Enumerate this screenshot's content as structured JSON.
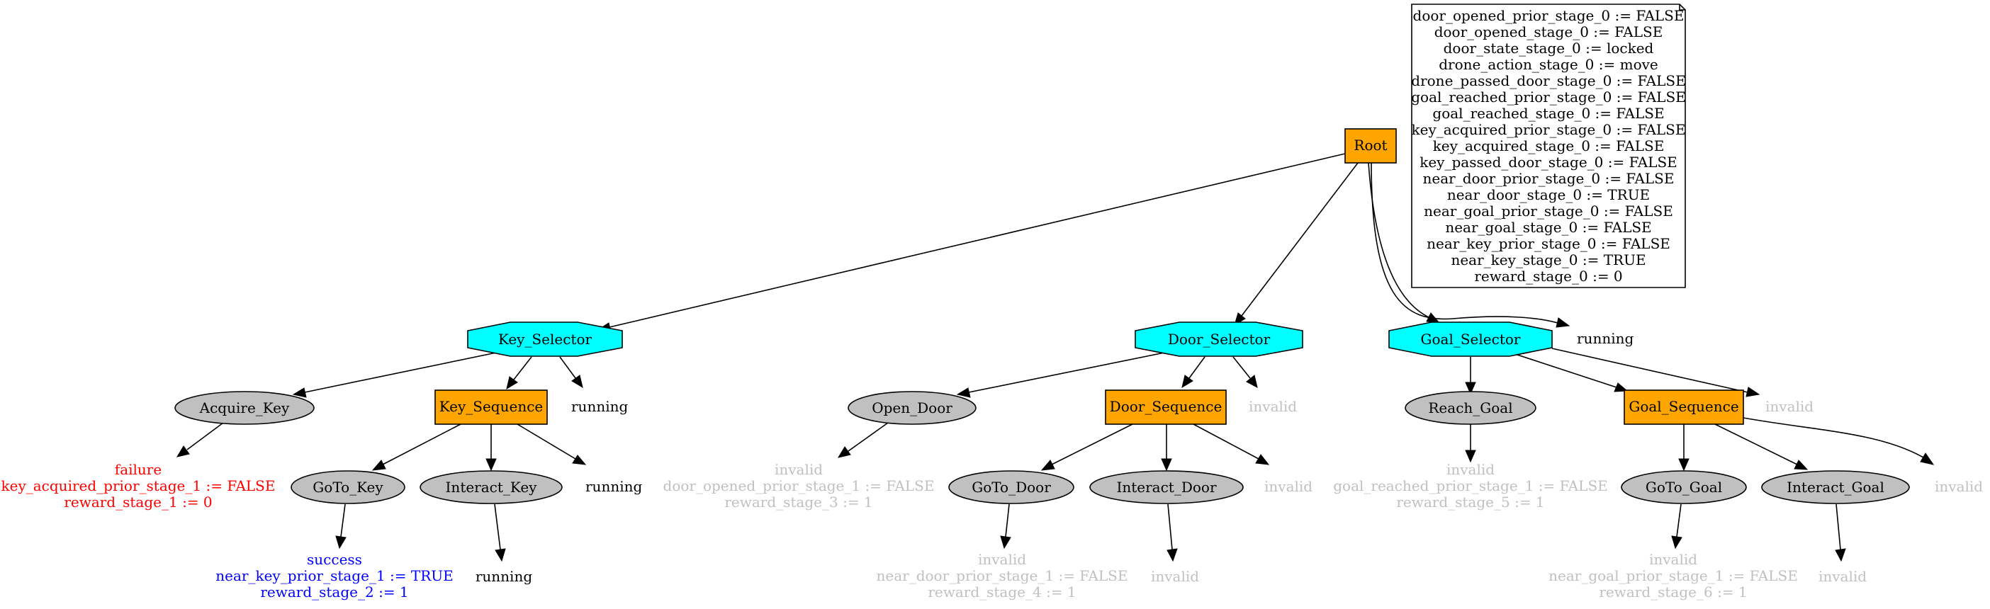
{
  "colors": {
    "sequence_fill": "#ffa500",
    "selector_fill": "#00ffff",
    "action_fill": "#c0c0c0",
    "note_fill": "#ffffff",
    "status_running": "#000000",
    "status_failure": "#ff0000",
    "status_success": "#0000ff",
    "status_invalid": "#c0c0c0"
  },
  "note": {
    "lines": [
      "door_opened_prior_stage_0 := FALSE",
      "door_opened_stage_0 := FALSE",
      "door_state_stage_0 := locked",
      "drone_action_stage_0 := move",
      "drone_passed_door_stage_0 := FALSE",
      "goal_reached_prior_stage_0 := FALSE",
      "goal_reached_stage_0 := FALSE",
      "key_acquired_prior_stage_0 := FALSE",
      "key_acquired_stage_0 := FALSE",
      "key_passed_door_stage_0 := FALSE",
      "near_door_prior_stage_0 := FALSE",
      "near_door_stage_0 := TRUE",
      "near_goal_prior_stage_0 := FALSE",
      "near_goal_stage_0 := FALSE",
      "near_key_prior_stage_0 := FALSE",
      "near_key_stage_0 := TRUE",
      "reward_stage_0 := 0"
    ]
  },
  "nodes": {
    "root": {
      "label": "Root",
      "kind": "sequence"
    },
    "key_selector": {
      "label": "Key_Selector",
      "kind": "selector"
    },
    "door_selector": {
      "label": "Door_Selector",
      "kind": "selector"
    },
    "goal_selector": {
      "label": "Goal_Selector",
      "kind": "selector"
    },
    "acquire_key": {
      "label": "Acquire_Key",
      "kind": "action"
    },
    "key_sequence": {
      "label": "Key_Sequence",
      "kind": "sequence"
    },
    "goto_key": {
      "label": "GoTo_Key",
      "kind": "action"
    },
    "interact_key": {
      "label": "Interact_Key",
      "kind": "action"
    },
    "open_door": {
      "label": "Open_Door",
      "kind": "action"
    },
    "door_sequence": {
      "label": "Door_Sequence",
      "kind": "sequence"
    },
    "goto_door": {
      "label": "GoTo_Door",
      "kind": "action"
    },
    "interact_door": {
      "label": "Interact_Door",
      "kind": "action"
    },
    "reach_goal": {
      "label": "Reach_Goal",
      "kind": "action"
    },
    "goal_sequence": {
      "label": "Goal_Sequence",
      "kind": "sequence"
    },
    "goto_goal": {
      "label": "GoTo_Goal",
      "kind": "action"
    },
    "interact_goal": {
      "label": "Interact_Goal",
      "kind": "action"
    }
  },
  "statuses": {
    "root": {
      "status": "running",
      "lines": [
        "running"
      ]
    },
    "key_selector": {
      "status": "running",
      "lines": [
        "running"
      ]
    },
    "key_sequence": {
      "status": "running",
      "lines": [
        "running"
      ]
    },
    "acquire_key": {
      "status": "failure",
      "lines": [
        "failure",
        "key_acquired_prior_stage_1 := FALSE",
        "reward_stage_1 := 0"
      ]
    },
    "goto_key": {
      "status": "success",
      "lines": [
        "success",
        "near_key_prior_stage_1 := TRUE",
        "reward_stage_2 := 1"
      ]
    },
    "interact_key": {
      "status": "running",
      "lines": [
        "running"
      ]
    },
    "door_selector": {
      "status": "invalid",
      "lines": [
        "invalid"
      ]
    },
    "open_door": {
      "status": "invalid",
      "lines": [
        "invalid",
        "door_opened_prior_stage_1 := FALSE",
        "reward_stage_3 := 1"
      ]
    },
    "door_sequence": {
      "status": "invalid",
      "lines": [
        "invalid"
      ]
    },
    "goto_door": {
      "status": "invalid",
      "lines": [
        "invalid",
        "near_door_prior_stage_1 := FALSE",
        "reward_stage_4 := 1"
      ]
    },
    "interact_door": {
      "status": "invalid",
      "lines": [
        "invalid"
      ]
    },
    "goal_selector": {
      "status": "invalid",
      "lines": [
        "invalid"
      ]
    },
    "reach_goal": {
      "status": "invalid",
      "lines": [
        "invalid",
        "goal_reached_prior_stage_1 := FALSE",
        "reward_stage_5 := 1"
      ]
    },
    "goal_sequence": {
      "status": "invalid",
      "lines": [
        "invalid"
      ]
    },
    "goto_goal": {
      "status": "invalid",
      "lines": [
        "invalid",
        "near_goal_prior_stage_1 := FALSE",
        "reward_stage_6 := 1"
      ]
    },
    "interact_goal": {
      "status": "invalid",
      "lines": [
        "invalid"
      ]
    }
  }
}
